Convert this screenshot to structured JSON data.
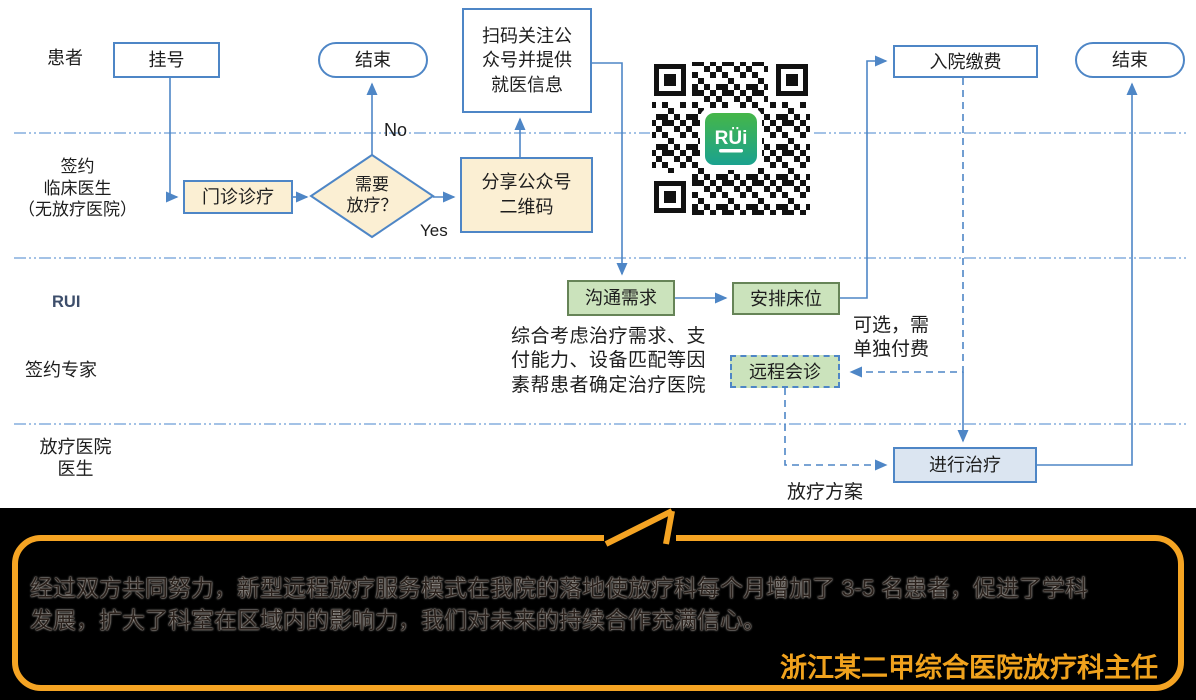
{
  "lanes": {
    "patient": "患者",
    "clinician": "签约\n临床医生\n（无放疗医院）",
    "rui": "RUI",
    "expert": "签约专家",
    "rt_doctor": "放疗医院\n医生"
  },
  "nodes": {
    "register": "挂号",
    "end1": "结束",
    "scan": "扫码关注公\n众号并提供\n就医信息",
    "outpatient": "门诊诊疗",
    "decision": "需要\n放疗？",
    "share": "分享公众号\n二维码",
    "admission": "入院缴费",
    "end2": "结束",
    "communicate": "沟通需求",
    "bed": "安排床位",
    "remote": "远程会诊",
    "treat": "进行治疗"
  },
  "edge_labels": {
    "no": "No",
    "yes": "Yes",
    "optional": "可选，需\n单独付费",
    "consider": "综合考虑治疗需求、支\n付能力、设备匹配等因\n素帮患者确定治疗医院",
    "plan": "放疗方案"
  },
  "qr": {
    "logo_text": "RÜi"
  },
  "quote": {
    "line1": "经过双方共同努力，新型远程放疗服务模式在我院的落地使放疗科每个月增加了 3-5 名患者，促进了学科",
    "line2": "发展，扩大了科室在区域内的影响力，我们对未来的持续合作充满信心。",
    "signature": "浙江某二甲综合医院放疗科主任"
  },
  "colors": {
    "flow_blue": "#4E86C6",
    "lane_divider": "#96B9E2",
    "cream_fill": "#FBEFD3",
    "green_fill": "#CBE3BC",
    "green_border": "#668457",
    "blue_fill": "#DBE5F1",
    "bubble_orange": "#F5A423",
    "signature_orange": "#F0A21D",
    "qr_green_top": "#45B649",
    "qr_green_bottom": "#1BA28F"
  }
}
